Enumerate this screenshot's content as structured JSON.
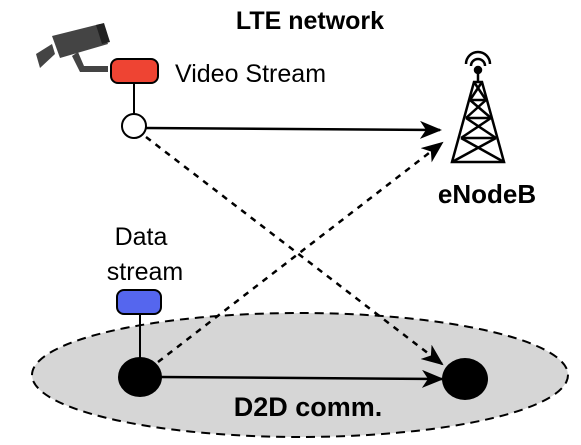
{
  "title": "LTE network",
  "labels": {
    "video_stream": "Video Stream",
    "enodeb": "eNodeB",
    "data_stream_line1": "Data",
    "data_stream_line2": "stream",
    "d2d": "D2D comm."
  },
  "colors": {
    "video_stream_tag": "#ee4433",
    "data_stream_tag": "#5566ee",
    "d2d_region": "#d6d6d6",
    "node": "#000000",
    "camera": "#444444"
  },
  "icons": [
    "camera-icon",
    "cell-tower-icon"
  ]
}
